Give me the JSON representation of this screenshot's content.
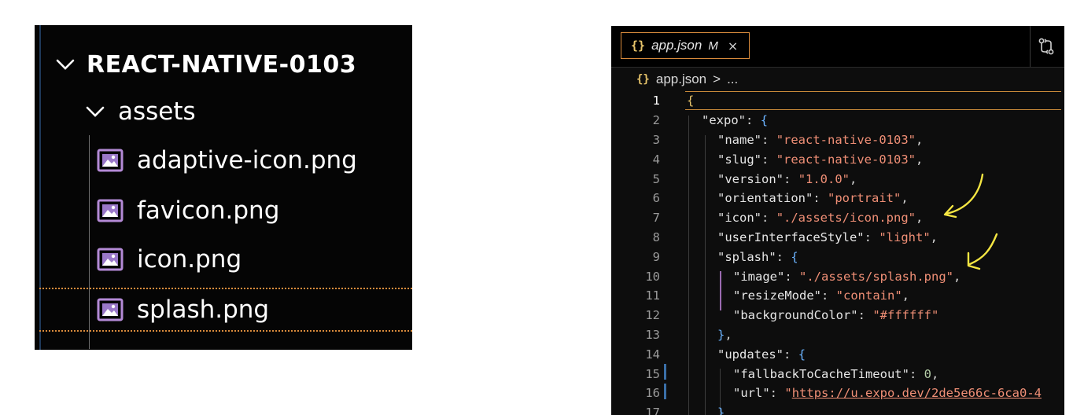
{
  "explorer": {
    "root_folder": "REACT-NATIVE-0103",
    "subfolder": "assets",
    "files": [
      {
        "name": "adaptive-icon.png",
        "selected": false
      },
      {
        "name": "favicon.png",
        "selected": false
      },
      {
        "name": "icon.png",
        "selected": false
      },
      {
        "name": "splash.png",
        "selected": true
      }
    ],
    "icons": {
      "chevron": "chevron-down-icon",
      "file": "image-file-icon"
    }
  },
  "editor": {
    "tab": {
      "name": "app.json",
      "status": "M",
      "close": "×",
      "icon": "json-braces-icon"
    },
    "breadcrumb": {
      "file": "app.json",
      "sep": ">",
      "trail": "..."
    },
    "lines": [
      {
        "n": "1",
        "t": "{"
      },
      {
        "n": "2",
        "t": "\"expo\": {"
      },
      {
        "n": "3",
        "t": "\"name\": \"react-native-0103\","
      },
      {
        "n": "4",
        "t": "\"slug\": \"react-native-0103\","
      },
      {
        "n": "5",
        "t": "\"version\": \"1.0.0\","
      },
      {
        "n": "6",
        "t": "\"orientation\": \"portrait\","
      },
      {
        "n": "7",
        "t": "\"icon\": \"./assets/icon.png\","
      },
      {
        "n": "8",
        "t": "\"userInterfaceStyle\": \"light\","
      },
      {
        "n": "9",
        "t": "\"splash\": {"
      },
      {
        "n": "10",
        "t": "\"image\": \"./assets/splash.png\","
      },
      {
        "n": "11",
        "t": "\"resizeMode\": \"contain\","
      },
      {
        "n": "12",
        "t": "\"backgroundColor\": \"#ffffff\""
      },
      {
        "n": "13",
        "t": "},"
      },
      {
        "n": "14",
        "t": "\"updates\": {"
      },
      {
        "n": "15",
        "t": "\"fallbackToCacheTimeout\": 0,"
      },
      {
        "n": "16",
        "t": "\"url\": \"https://u.expo.dev/2de5e66c-6ca0-4"
      },
      {
        "n": "17",
        "t": "}"
      }
    ]
  },
  "colors": {
    "accent_orange": "#d98b3c",
    "string": "#f08f76",
    "number": "#b5cea8",
    "brace_yellow": "#e8c56b",
    "brace_blue": "#6bb3ff",
    "annotation_arrow": "#f5e642"
  }
}
